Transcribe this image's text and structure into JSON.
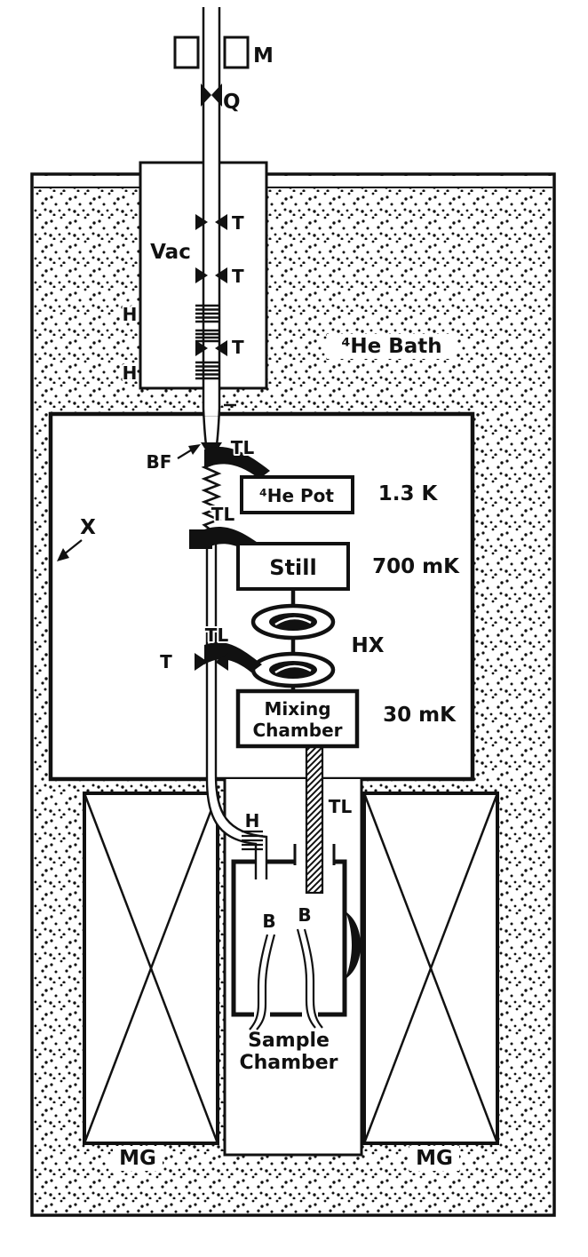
{
  "figure": {
    "colors": {
      "ink": "#111111",
      "paper": "#ffffff"
    },
    "labels": {
      "manometer": "M",
      "valve": "Q",
      "vacuum_can": "Vac",
      "thermometer_1": "T",
      "thermometer_2": "T",
      "thermometer_3": "T",
      "heater_1": "H",
      "heater_2": "H",
      "he_bath": "⁴He Bath",
      "bf": "BF",
      "tl_1": "TL",
      "he_pot": "⁴He Pot",
      "temp_he_pot": "1.3 K",
      "x_shield": "X",
      "tl_2": "TL",
      "still": "Still",
      "temp_still": "700 mK",
      "hx": "HX",
      "tl_3": "TL",
      "thermometer_4": "T",
      "mixing_line1": "Mixing",
      "mixing_line2": "Chamber",
      "temp_mixing": "30 mK",
      "tl_4": "TL",
      "heater_3": "H",
      "b_tube_1": "B",
      "b_tube_2": "B",
      "sample_line1": "Sample",
      "sample_line2": "Chamber",
      "magnet_left": "MG",
      "magnet_right": "MG"
    }
  }
}
